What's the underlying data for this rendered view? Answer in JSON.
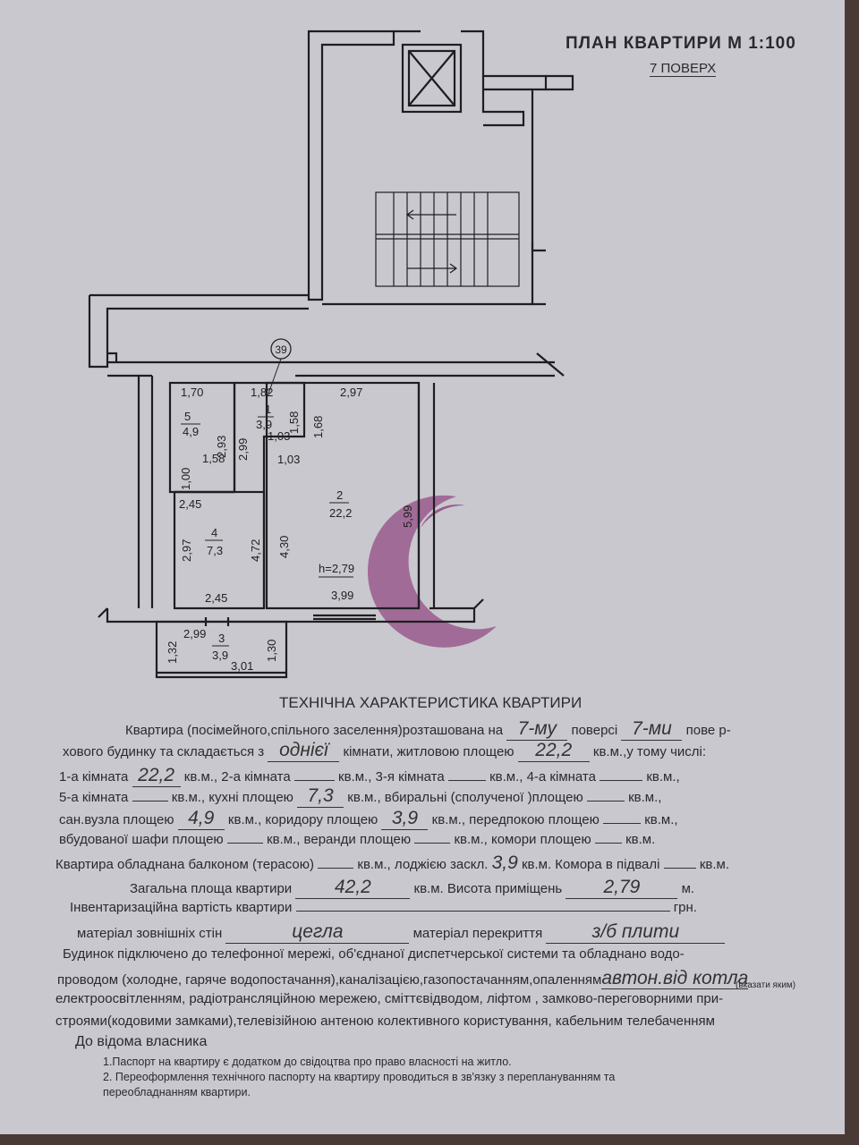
{
  "header": {
    "title": "ПЛАН КВАРТИРИ М 1:100",
    "floor": "7 ПОВЕРХ"
  },
  "plan": {
    "axis_marker": "39",
    "height_label": "h=2,79",
    "rooms": [
      {
        "number": "1",
        "area": "3,9"
      },
      {
        "number": "2",
        "area": "22,2"
      },
      {
        "number": "3",
        "area": "3,9"
      },
      {
        "number": "4",
        "area": "7,3"
      },
      {
        "number": "5",
        "area": "4,9"
      }
    ],
    "dimensions": {
      "d170": "1,70",
      "d182": "1,82",
      "d297a": "2,97",
      "d158a": "1,58",
      "d168": "1,68",
      "d293": "2,93",
      "d299a": "2,99",
      "d103a": "1,03",
      "d103b": "1,03",
      "d100": "1,00",
      "d158b": "1,58",
      "d245a": "2,45",
      "d472": "4,72",
      "d430": "4,30",
      "d599": "5,99",
      "d297b": "2,97",
      "d245b": "2,45",
      "d399": "3,99",
      "d299b": "2,99",
      "d132": "1,32",
      "d301": "3,01",
      "d130": "1,30"
    }
  },
  "spec": {
    "title": "ТЕХНІЧНА ХАРАКТЕРИСТИКА КВАРТИРИ",
    "l1a": "Квартира (посімейного,спільного заселення)розташована на",
    "floor_value": "7-му",
    "l1b": "поверсі",
    "storeys_value": "7-ми",
    "l1c": "пове р-",
    "l2a": "хового будинку та складається з",
    "rooms_value": "однієї",
    "l2b": "кімнати,  житловою площею",
    "living_area": "22,2",
    "l2c": "кв.м.,у тому числі:",
    "l3a": "1-а кімната",
    "room1": "22,2",
    "l3b": "кв.м., 2-а кімната",
    "l3c": "кв.м., 3-я кімната",
    "l3d": "кв.м.,  4-а кімната",
    "l3e": "кв.м.,",
    "l4a": "5-а кімната",
    "l4b": "кв.м.,   кухні площею",
    "kitchen": "7,3",
    "l4c": "кв.м.,  вбиральні (сполученої )площею",
    "l4d": "кв.м.,",
    "l5a": "сан.вузла площею",
    "bathroom": "4,9",
    "l5b": "кв.м., коридору площею",
    "corridor": "3,9",
    "l5c": "кв.м., передпокою площею",
    "l5d": "кв.м.,",
    "l6a": "вбудованої шафи площею",
    "l6b": "кв.м., веранди  площею",
    "l6c": "кв.м., комори площею",
    "l6d": "кв.м.",
    "l7a": "Квартира обладнана балконом (терасою)",
    "l7b": "кв.м.,",
    "l7c": "лоджією заскл.",
    "loggia": "3,9",
    "l7d": "кв.м. Комора в підвалі",
    "l7e": "кв.м.",
    "l8a": "Загальна площа квартири",
    "total_area": "42,2",
    "l8b": "кв.м. Висота приміщень",
    "ceiling": "2,79",
    "l8c": "м.",
    "l9a": "Інвентаризаційна вартість квартири",
    "l9b": "грн.",
    "l10a": "матеріал зовнішніх стін",
    "walls": "цегла",
    "l10b": "матеріал перекриття",
    "floors": "з/б плити",
    "l11": "Будинок підключено до телефонної мережі, об'єднаної диспетчерської   системи та обладнано   водо-",
    "l12a": "проводом (холодне, гаряче водопостачання),каналізацією,газопостачанням,опаленням",
    "heating": "автон.від котла",
    "hint": "(вказати яким)",
    "l13": "електроосвітленням, радіотрансляційною мережею, сміттєвідводом, ліфтом , замково-переговорними  при-",
    "l14": "строями(кодовими замками),телевізійною антеною колективного користування, кабельним телебаченням",
    "notice_title": "До відома власника",
    "note1": "1.Паспорт на квартиру є додатком до свідоцтва про право власності на житло.",
    "note2": "2. Переоформлення технічного паспорту на квартиру проводиться в зв'язку з переплануванням та",
    "note3": "переобладнанням квартири."
  },
  "colors": {
    "paper": "#c9c8ce",
    "ink": "#2a2a2e",
    "watermark_purple": "#8e3f7e",
    "watermark_teal": "#3fa39a"
  }
}
